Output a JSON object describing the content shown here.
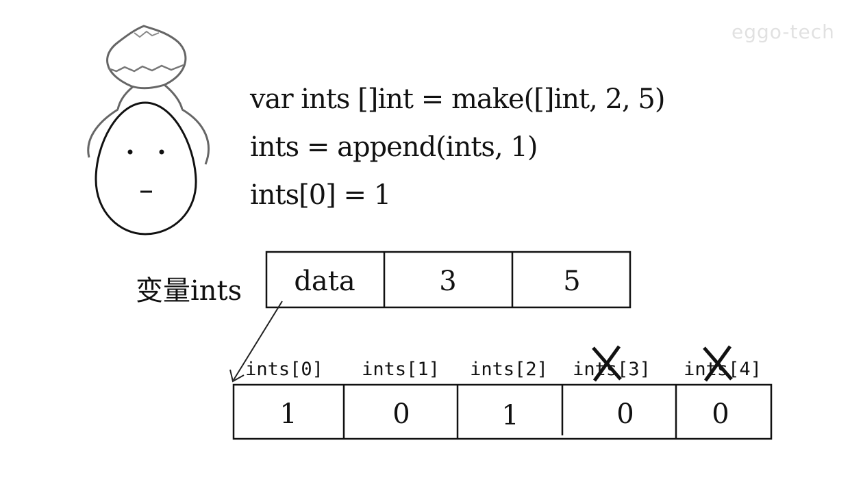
{
  "code_lines": [
    "var ints []int = make([]int, 2, 5)",
    "ints = append(ints, 1)",
    "ints[0] = 1"
  ],
  "slice_header": {
    "label": "变量ints",
    "fields": [
      "data",
      "3",
      "5"
    ]
  },
  "array": {
    "indices": [
      "ints[0]",
      "ints[1]",
      "ints[2]",
      "ints[3]",
      "ints[4]"
    ],
    "values": [
      "1",
      "0",
      "1",
      "0",
      "0"
    ],
    "crossed_out": [
      false,
      false,
      false,
      true,
      true
    ]
  },
  "watermark": "eggo-tech"
}
